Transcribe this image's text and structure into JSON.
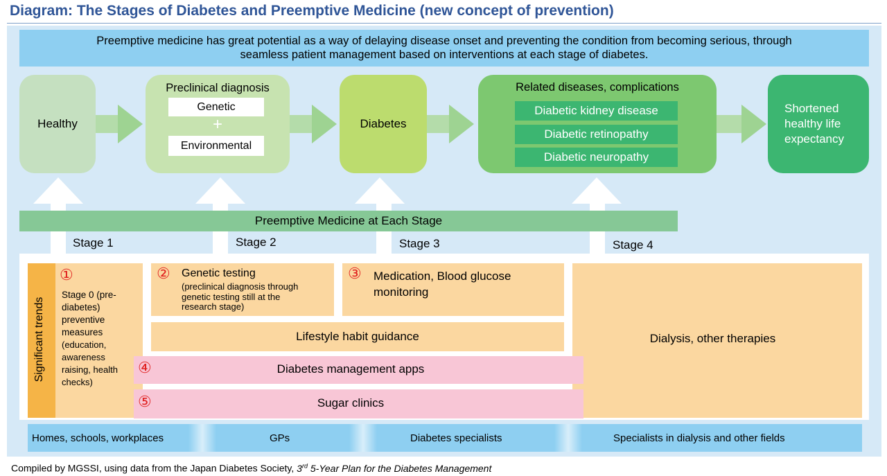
{
  "title": "Diagram:  The Stages of Diabetes and Preemptive Medicine (new concept of prevention)",
  "banner": {
    "line1": "Preemptive medicine has great potential as a way of delaying disease onset and preventing the condition from becoming serious, through",
    "line2": "seamless patient management based on interventions at each stage of diabetes."
  },
  "flow": {
    "healthy": "Healthy",
    "preclinical": {
      "title": "Preclinical diagnosis",
      "genetic": "Genetic",
      "plus": "+",
      "environmental": "Environmental"
    },
    "diabetes": "Diabetes",
    "related": {
      "title": "Related diseases, complications",
      "items": [
        "Diabetic kidney disease",
        "Diabetic retinopathy",
        "Diabetic neuropathy"
      ]
    },
    "shortened": {
      "line1": "Shortened",
      "line2": "healthy life",
      "line3": "expectancy"
    }
  },
  "preemptive_bar": "Preemptive Medicine at Each Stage",
  "stages": [
    "Stage 1",
    "Stage 2",
    "Stage 3",
    "Stage 4"
  ],
  "trends": {
    "label": "Significant trends",
    "item1": {
      "num": "①",
      "lines": [
        "Stage 0 (pre-",
        "diabetes)",
        "preventive",
        "measures",
        "(education,",
        "awareness",
        "raising, health",
        "checks)"
      ]
    },
    "item2": {
      "num": "②",
      "title": "Genetic testing",
      "sub": [
        "(preclinical diagnosis through",
        "genetic testing still at the",
        "research stage)"
      ]
    },
    "item3": {
      "num": "③",
      "line1": "Medication, Blood glucose",
      "line2": "monitoring"
    },
    "lifestyle": "Lifestyle habit guidance",
    "dialysis": "Dialysis, other therapies",
    "item4": {
      "num": "④",
      "label": "Diabetes management apps"
    },
    "item5": {
      "num": "⑤",
      "label": "Sugar clinics"
    }
  },
  "bottom": [
    "Homes,  schools,  workplaces",
    "GPs",
    "Diabetes  specialists",
    "Specialists  in dialysis and other  fields"
  ],
  "footer": {
    "prefix": "Compiled by MGSSI, using data from the Japan Diabetes Society, ",
    "ord": "3",
    "sup": "rd",
    "italic": " 5-Year Plan for the Diabetes Management"
  },
  "colors": {
    "title": "#2f5597",
    "canvas": "#d6e9f7",
    "banner": "#8ecff1",
    "healthy": "#c5e0c0",
    "preclinical": "#c7e3b0",
    "diabetes": "#bcdc6e",
    "related": "#7dc870",
    "shortened": "#3cb671",
    "orange": "#fbd7a0",
    "pink": "#f8c6d6",
    "number": "#e0201f"
  }
}
